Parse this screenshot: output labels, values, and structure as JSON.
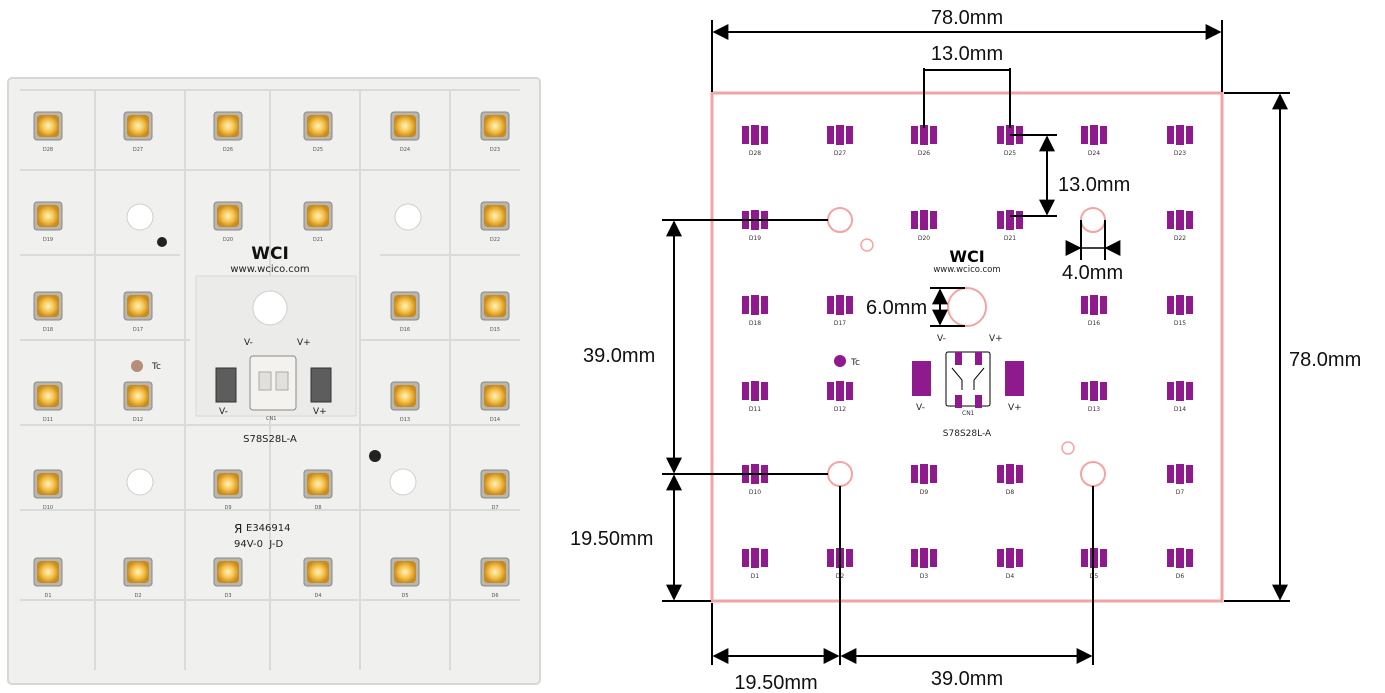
{
  "photo": {
    "brand_logo": "WCI",
    "website": "www.wcico.com",
    "v_minus": "V-",
    "v_plus": "V+",
    "tc": "Tc",
    "connector": "CN1",
    "model": "S78S28L-A",
    "ul_mark": "E346914",
    "rating": "94V-0  J-D",
    "leds": [
      [
        "D28",
        "D27",
        "D26",
        "D25",
        "D24",
        "D23"
      ],
      [
        "D19",
        "",
        "D20",
        "D21",
        "",
        "D22"
      ],
      [
        "D18",
        "D17",
        "",
        "",
        "D16",
        "D15"
      ],
      [
        "D11",
        "D12",
        "",
        "",
        "D13",
        "D14"
      ],
      [
        "D10",
        "",
        "D9",
        "D8",
        "",
        "D7"
      ],
      [
        "D1",
        "D2",
        "D3",
        "D4",
        "D5",
        "D6"
      ]
    ]
  },
  "drawing": {
    "brand_logo": "WCI",
    "website": "www.wcico.com",
    "v_minus_top": "V-",
    "v_plus_top": "V+",
    "v_minus_bottom": "V-",
    "v_plus_bottom": "V+",
    "tc": "Tc",
    "connector": "CN1",
    "model": "S78S28L-A",
    "leds": [
      [
        "D28",
        "D27",
        "D26",
        "D25",
        "D24",
        "D23"
      ],
      [
        "D19",
        "",
        "D20",
        "D21",
        "",
        "D22"
      ],
      [
        "D18",
        "D17",
        "",
        "",
        "D16",
        "D15"
      ],
      [
        "D11",
        "D12",
        "",
        "",
        "D13",
        "D14"
      ],
      [
        "D10",
        "",
        "D9",
        "D8",
        "",
        "D7"
      ],
      [
        "D1",
        "D2",
        "D3",
        "D4",
        "D5",
        "D6"
      ]
    ],
    "dimensions": {
      "overall_width": "78.0mm",
      "overall_height": "78.0mm",
      "led_pitch_x": "13.0mm",
      "led_pitch_y": "13.0mm",
      "mount_hole": "4.0mm",
      "center_hole": "6.0mm",
      "hole_spacing_y": "39.0mm",
      "hole_offset_y": "19.50mm",
      "hole_offset_x": "19.50mm",
      "hole_spacing_x": "39.0mm"
    },
    "colors": {
      "outline": "#f2a4a4",
      "led": "#8e1a8e",
      "dimension_line": "#000000"
    }
  }
}
